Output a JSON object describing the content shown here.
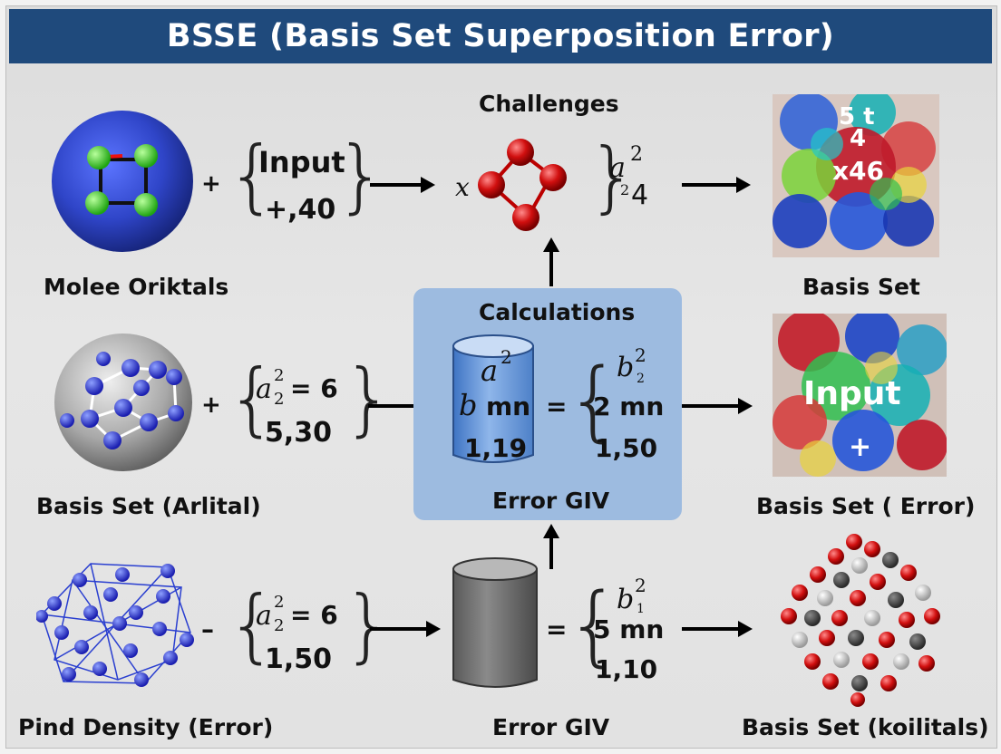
{
  "header": {
    "title": "BSSE (Basis Set Superposition Error)"
  },
  "top": {
    "challenges_label": "Challenges",
    "row1_left_label": "Molee Oriktals",
    "row1_right_label": "Basis Set",
    "plus1": "+",
    "input_text": "Input",
    "input_value": "+,40",
    "x_mark": "x",
    "a_sym": "a",
    "a_sup": "2",
    "sub_small": "2",
    "four": "4",
    "heat_t1": "5 t",
    "heat_t2": "4",
    "heat_t3": "x46"
  },
  "middle": {
    "left_label": "Basis Set (Arlital)",
    "right_label": "Basis Set ( Error)",
    "plus": "+",
    "eq_a": "a",
    "eq_sup": "2",
    "eq_sub": "2",
    "eq_tail": "= 6",
    "eq_value": "5,30",
    "calc_title": "Calculations",
    "calc_bottom": "Error GIV",
    "cyl_a": "a",
    "cyl_a_sup": "2",
    "cyl_b": "b",
    "cyl_mn": "mn",
    "cyl_val": "1,19",
    "eq_sign": "=",
    "r_b": "b",
    "r_b_sup": "2",
    "r_b_sub": "2",
    "r_mn": "2 mn",
    "r_val": "1,50",
    "heat_input": "Input",
    "heat_plus": "+"
  },
  "bottom": {
    "left_label": "Pind Density (Error)",
    "center_label": "Error GIV",
    "right_label": "Basis Set (koilitals)",
    "minus": "–",
    "eq_a": "a",
    "eq_sup": "2",
    "eq_sub": "2",
    "eq_tail": "= 6",
    "eq_value": "1,50",
    "eq_sign": "=",
    "r_b": "b",
    "r_b_sup": "2",
    "r_b_sub": "1",
    "r_mn": "5 mn",
    "r_val": "1,10"
  },
  "colors": {
    "header_bg": "#1f4a7c",
    "panel_bg": "#9dbbe0",
    "sphere_blue": "#2f45c8",
    "atom_green": "#39d12a",
    "atom_red": "#d10f0f"
  }
}
